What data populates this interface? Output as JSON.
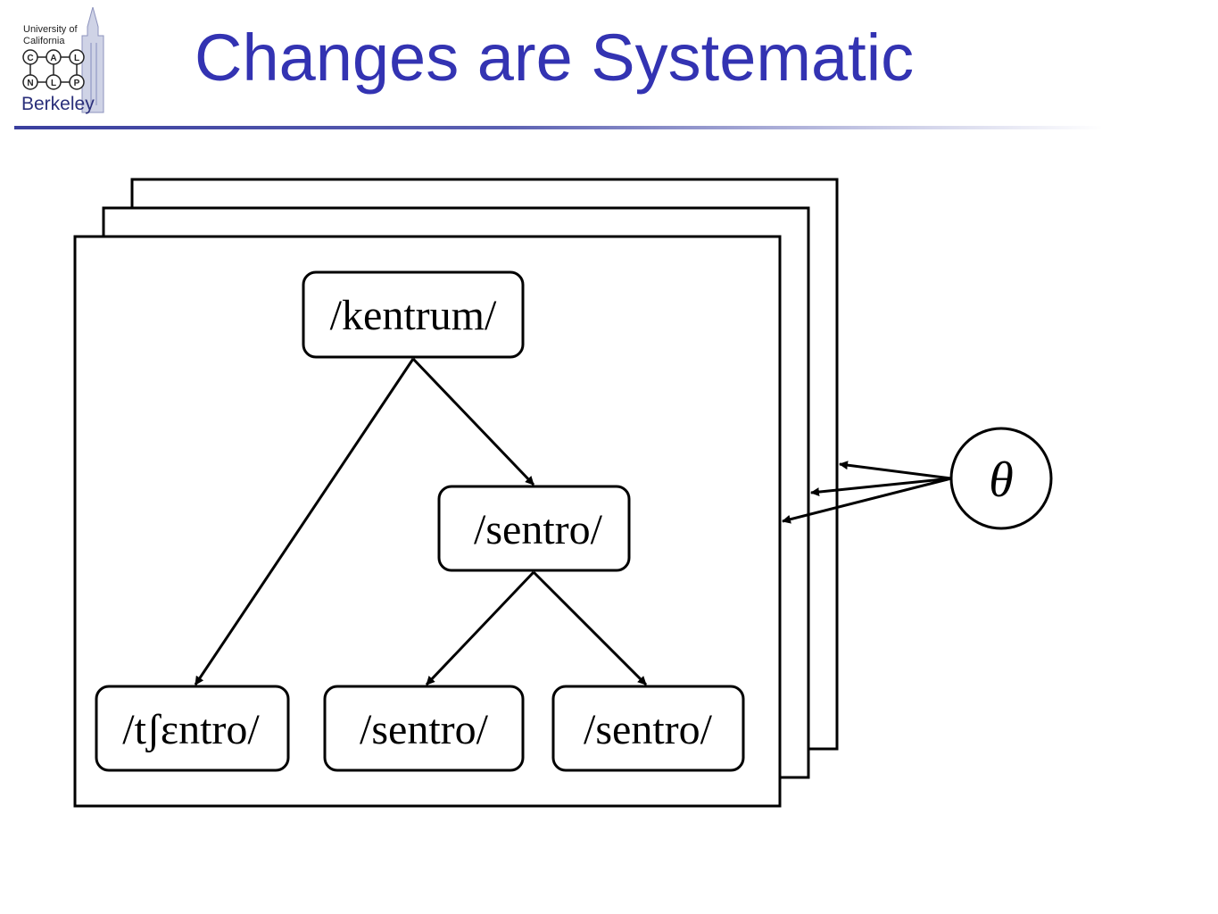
{
  "title": "Changes are Systematic",
  "logo": {
    "line1": "University of",
    "line2": "California",
    "letters": [
      "C",
      "A",
      "L",
      "N",
      "L",
      "P"
    ],
    "wordmark": "Berkeley"
  },
  "diagram": {
    "root": "/kentrum/",
    "internal": "/sentro/",
    "leaves": [
      "/tʃɛntro/",
      "/sentro/",
      "/sentro/"
    ],
    "parameter": "θ"
  }
}
